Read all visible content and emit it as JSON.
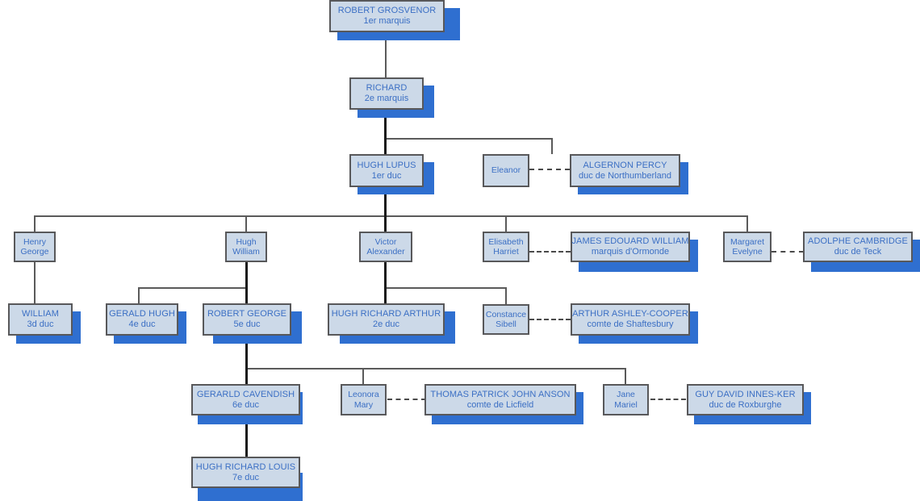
{
  "diagram": {
    "title": "Grosvenor family genealogical tree",
    "colors": {
      "node_fill": "#ccd9e8",
      "node_border": "#58585a",
      "shadow": "#2f6fd0",
      "text": "#3b6fc4",
      "connector": "#5a5a5a",
      "connector_thick": "#1a1a1a"
    },
    "nodes": [
      {
        "id": "robert_grosvenor",
        "line1": "ROBERT GROSVENOR",
        "line2": "1er marquis"
      },
      {
        "id": "richard",
        "line1": "RICHARD",
        "line2": "2e marquis"
      },
      {
        "id": "hugh_lupus",
        "line1": "HUGH LUPUS",
        "line2": "1er duc"
      },
      {
        "id": "eleanor",
        "line1": "Eleanor",
        "line2": ""
      },
      {
        "id": "algernon_percy",
        "line1": "ALGERNON PERCY",
        "line2": "duc de Northumberland"
      },
      {
        "id": "henry_george",
        "line1": "Henry",
        "line2": "George"
      },
      {
        "id": "hugh_william",
        "line1": "Hugh",
        "line2": "William"
      },
      {
        "id": "victor_alexander",
        "line1": "Victor",
        "line2": "Alexander"
      },
      {
        "id": "elisabeth_harriet",
        "line1": "Elisabeth",
        "line2": "Harriet"
      },
      {
        "id": "james_edouard_william",
        "line1": "JAMES EDOUARD WILLIAM",
        "line2": "marquis d'Ormonde"
      },
      {
        "id": "margaret_evelyne",
        "line1": "Margaret",
        "line2": "Evelyne"
      },
      {
        "id": "adolphe_cambridge",
        "line1": "ADOLPHE CAMBRIDGE",
        "line2": "duc de Teck"
      },
      {
        "id": "william",
        "line1": "WILLIAM",
        "line2": "3d duc"
      },
      {
        "id": "gerald_hugh",
        "line1": "GERALD HUGH",
        "line2": "4e duc"
      },
      {
        "id": "robert_george",
        "line1": "ROBERT GEORGE",
        "line2": "5e duc"
      },
      {
        "id": "hugh_richard_arthur",
        "line1": "HUGH RICHARD ARTHUR",
        "line2": "2e duc"
      },
      {
        "id": "constance_sibell",
        "line1": "Constance",
        "line2": "Sibell"
      },
      {
        "id": "arthur_ashley_cooper",
        "line1": "ARTHUR ASHLEY-COOPER",
        "line2": "comte de Shaftesbury"
      },
      {
        "id": "gerarld_cavendish",
        "line1": "GERARLD CAVENDISH",
        "line2": "6e duc"
      },
      {
        "id": "leonora_mary",
        "line1": "Leonora",
        "line2": "Mary"
      },
      {
        "id": "thomas_patrick_john_anson",
        "line1": "THOMAS PATRICK JOHN ANSON",
        "line2": "comte de Licfield"
      },
      {
        "id": "jane_mariel",
        "line1": "Jane",
        "line2": "Mariel"
      },
      {
        "id": "guy_david_innes_ker",
        "line1": "GUY DAVID INNES-KER",
        "line2": "duc de Roxburghe"
      },
      {
        "id": "hugh_richard_louis",
        "line1": "HUGH RICHARD LOUIS",
        "line2": "7e duc"
      }
    ]
  }
}
